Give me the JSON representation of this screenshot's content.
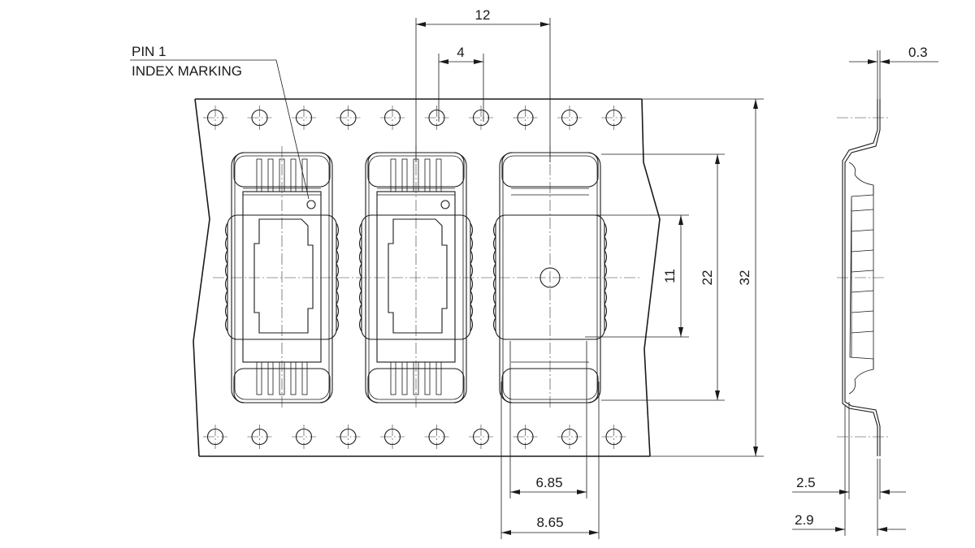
{
  "labels": {
    "pin1_line1": "PIN 1",
    "pin1_line2": "INDEX MARKING"
  },
  "dimensions": {
    "pitch_12": "12",
    "hole_pitch_4": "4",
    "thickness_0_3": "0.3",
    "height_11": "11",
    "height_22": "22",
    "tape_width_32": "32",
    "width_6_85": "6.85",
    "width_8_65": "8.65",
    "depth_2_5": "2.5",
    "depth_2_9": "2.9"
  }
}
